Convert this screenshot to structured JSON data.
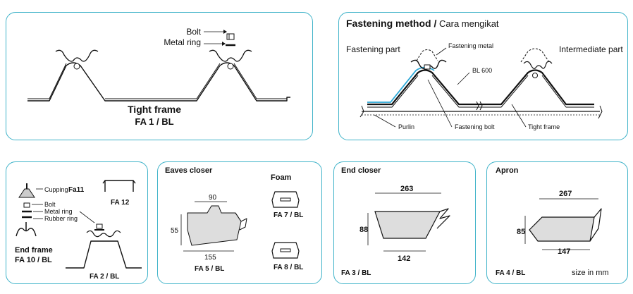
{
  "tight_frame": {
    "bolt_label": "Bolt",
    "ring_label": "Metal ring",
    "title": "Tight frame",
    "code": "FA 1 / BL"
  },
  "fastening": {
    "title_bold": "Fastening method /",
    "title_normal": "Cara mengikat",
    "part_label": "Fastening part",
    "metal_label": "Fastening metal",
    "intermediate_label": "Intermediate part",
    "sheet_label": "BL 600",
    "purlin_label": "Purlin",
    "bolt_label": "Fastening bolt",
    "frame_label": "Tight frame"
  },
  "end_frame": {
    "cupping_label": "Cupping",
    "cupping_code": "Fa11",
    "bolt_label": "Bolt",
    "metal_ring_label": "Metal ring",
    "rubber_ring_label": "Rubber ring",
    "fa12_label": "FA 12",
    "title": "End frame",
    "code": "FA 10 / BL",
    "fa2_label": "FA 2 / BL"
  },
  "eaves": {
    "title": "Eaves closer",
    "dim_top": "90",
    "dim_side": "55",
    "dim_bottom": "155",
    "code": "FA 5 / BL",
    "foam_title": "Foam",
    "foam_a": "FA 7 / BL",
    "foam_b": "FA 8 / BL"
  },
  "end_closer": {
    "title": "End closer",
    "dim_top": "263",
    "dim_side": "88",
    "dim_bottom": "142",
    "code": "FA 3 / BL"
  },
  "apron": {
    "title": "Apron",
    "dim_top": "267",
    "dim_side": "85",
    "dim_bottom": "147",
    "code": "FA 4 / BL",
    "size_note": "size in mm"
  },
  "colors": {
    "border": "#3fb3c9",
    "accent": "#2aa7d6"
  }
}
